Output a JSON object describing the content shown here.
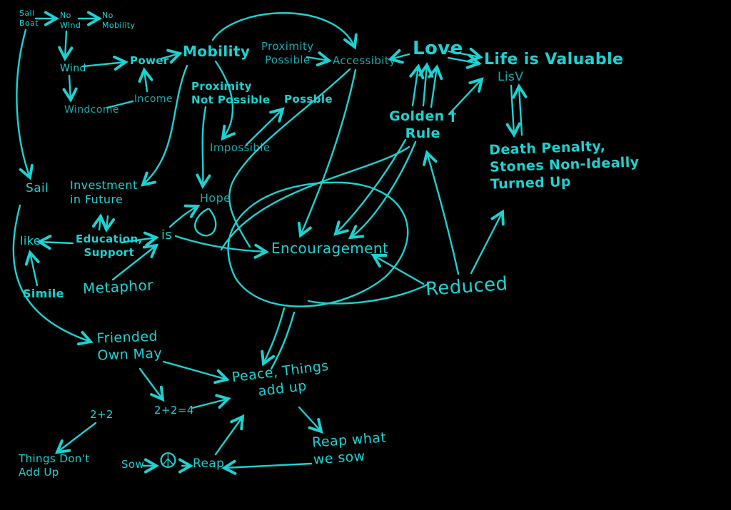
{
  "title": "Hand-drawn concept map on black whiteboard",
  "colors": {
    "background": "#000000",
    "ink": "#1dd2d2"
  },
  "nodes": [
    {
      "id": "sail-boat",
      "label": "Sail\nBoat"
    },
    {
      "id": "no-wind",
      "label": "No\nWind"
    },
    {
      "id": "no-mobility",
      "label": "No\nMobility"
    },
    {
      "id": "wind",
      "label": "Wind"
    },
    {
      "id": "power",
      "label": "Power"
    },
    {
      "id": "mobility",
      "label": "Mobility"
    },
    {
      "id": "proximity-possible",
      "label": "Proximity\nPossible"
    },
    {
      "id": "accessibity",
      "label": "Accessibity"
    },
    {
      "id": "love",
      "label": "Love"
    },
    {
      "id": "life-is-valuable",
      "label": "Life is Valuable"
    },
    {
      "id": "lisv",
      "label": "LisV"
    },
    {
      "id": "windcome",
      "label": "Windcome"
    },
    {
      "id": "income",
      "label": "Income"
    },
    {
      "id": "proximity-not-possible",
      "label": "Proximity\nNot Possible"
    },
    {
      "id": "possble",
      "label": "Possble"
    },
    {
      "id": "golden-rule",
      "label": "Golden †\nRule"
    },
    {
      "id": "impossible",
      "label": "Impossible"
    },
    {
      "id": "death-penalty",
      "label": "Death Penalty,\nStones Non-Ideally\nTurned Up"
    },
    {
      "id": "sail",
      "label": "Sail"
    },
    {
      "id": "investment",
      "label": "Investment\nin Future"
    },
    {
      "id": "hope",
      "label": "Hope"
    },
    {
      "id": "like",
      "label": "like"
    },
    {
      "id": "education",
      "label": "Education,\nSupport"
    },
    {
      "id": "is",
      "label": "is"
    },
    {
      "id": "encouragement",
      "label": "Encouragement"
    },
    {
      "id": "simile",
      "label": "Simile"
    },
    {
      "id": "metaphor",
      "label": "Metaphor"
    },
    {
      "id": "reduced",
      "label": "Reduced"
    },
    {
      "id": "friended",
      "label": "Friended\nOwn May"
    },
    {
      "id": "peace-things",
      "label": "Peace, Things\nadd up"
    },
    {
      "id": "two-plus-two",
      "label": "2+2"
    },
    {
      "id": "two-plus-two-four",
      "label": "2+2=4"
    },
    {
      "id": "things-dont",
      "label": "Things Don't\nAdd Up"
    },
    {
      "id": "sow",
      "label": "Sow"
    },
    {
      "id": "peace-symbol",
      "label": "☮"
    },
    {
      "id": "reap",
      "label": "Reap"
    },
    {
      "id": "reap-what",
      "label": "Reap what\nwe sow"
    }
  ],
  "edges": [
    {
      "from": "sail-boat",
      "to": "no-wind"
    },
    {
      "from": "no-wind",
      "to": "no-mobility"
    },
    {
      "from": "no-wind",
      "to": "wind"
    },
    {
      "from": "wind",
      "to": "power"
    },
    {
      "from": "power",
      "to": "mobility"
    },
    {
      "from": "wind",
      "to": "windcome"
    },
    {
      "from": "windcome",
      "to": "income",
      "style": "plain-line"
    },
    {
      "from": "income",
      "to": "power"
    },
    {
      "from": "mobility",
      "to": "accessibity"
    },
    {
      "from": "mobility",
      "to": "impossible"
    },
    {
      "from": "mobility",
      "to": "investment"
    },
    {
      "from": "proximity-possible",
      "to": "accessibity"
    },
    {
      "from": "love",
      "to": "accessibity"
    },
    {
      "from": "love",
      "to": "life-is-valuable",
      "style": "double"
    },
    {
      "from": "golden-rule",
      "to": "love",
      "style": "triple"
    },
    {
      "from": "golden-rule",
      "to": "life-is-valuable"
    },
    {
      "from": "lisv",
      "to": "death-penalty",
      "style": "double-both-ways"
    },
    {
      "from": "impossible",
      "to": "possble"
    },
    {
      "from": "proximity-not-possible",
      "to": "hope"
    },
    {
      "from": "accessibity",
      "to": "encouragement"
    },
    {
      "from": "golden-rule",
      "to": "encouragement"
    },
    {
      "from": "reduced",
      "to": "golden-rule"
    },
    {
      "from": "reduced",
      "to": "death-penalty"
    },
    {
      "from": "reduced",
      "to": "encouragement"
    },
    {
      "from": "education",
      "to": "is"
    },
    {
      "from": "is",
      "to": "hope"
    },
    {
      "from": "is",
      "to": "encouragement"
    },
    {
      "from": "metaphor",
      "to": "is"
    },
    {
      "from": "simile",
      "to": "like"
    },
    {
      "from": "education",
      "to": "like"
    },
    {
      "from": "education",
      "to": "investment",
      "style": "double-both-ways"
    },
    {
      "from": "sail-boat",
      "to": "sail"
    },
    {
      "from": "sail",
      "to": "friended"
    },
    {
      "from": "friended",
      "to": "two-plus-two-four"
    },
    {
      "from": "friended",
      "to": "peace-things"
    },
    {
      "from": "two-plus-two-four",
      "to": "peace-things"
    },
    {
      "from": "two-plus-two",
      "to": "things-dont"
    },
    {
      "from": "sow",
      "to": "peace-symbol"
    },
    {
      "from": "peace-symbol",
      "to": "reap"
    },
    {
      "from": "reap",
      "to": "peace-things"
    },
    {
      "from": "peace-things",
      "to": "reap-what"
    },
    {
      "from": "reap-what",
      "to": "reap"
    },
    {
      "from": "encouragement",
      "to": "peace-things"
    }
  ]
}
